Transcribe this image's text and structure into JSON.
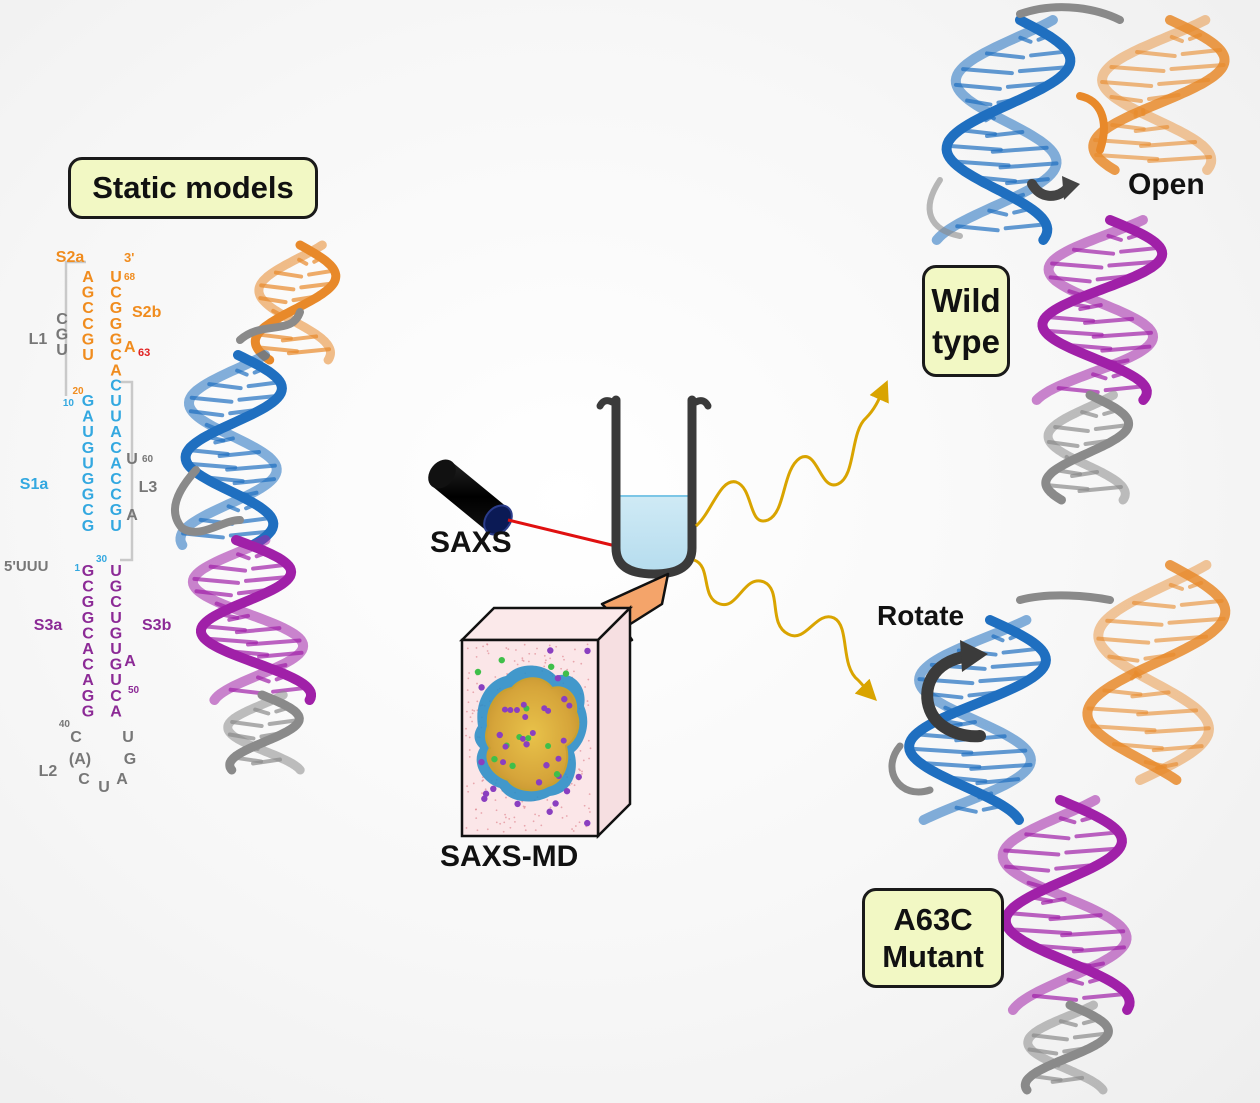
{
  "labels": {
    "static_models": "Static models",
    "saxs": "SAXS",
    "saxs_md": "SAXS-MD",
    "open": "Open",
    "rotate": "Rotate",
    "wild_type_line1": "Wild",
    "wild_type_line2": "type",
    "mutant_line1": "A63C",
    "mutant_line2": "Mutant"
  },
  "colors": {
    "s1": "#33a8e0",
    "s2": "#f08c1e",
    "s3": "#8c2a96",
    "loop": "#777777",
    "mutation": "#e02020",
    "label_fill": "#f2f8c4",
    "beam": "#e01010",
    "wave": "#d9a400"
  },
  "secondary_structure": {
    "stem_labels": {
      "s2a": "S2a",
      "s2b": "S2b",
      "s1a": "S1a",
      "s3a": "S3a",
      "s3b": "S3b",
      "l1": "L1",
      "l2": "L2",
      "l3": "L3",
      "five_prime": "5'UUU",
      "three_prime": "3'"
    },
    "numbers": {
      "n1": "1",
      "n10": "10",
      "n20": "20",
      "n30": "30",
      "n40": "40",
      "n50": "50",
      "n60": "60",
      "n68": "68",
      "a63": "A",
      "a63_num": "63"
    },
    "s2_left": [
      "A",
      "G",
      "C",
      "C",
      "G",
      "U"
    ],
    "s2_right": [
      "U",
      "C",
      "G",
      "G",
      "G",
      "C",
      "A"
    ],
    "l1_loop": [
      "C",
      "G",
      "U"
    ],
    "s1_left": [
      "G",
      "A",
      "U",
      "G",
      "U",
      "G",
      "G",
      "C",
      "G"
    ],
    "s1_right": [
      "C",
      "U",
      "U",
      "A",
      "C",
      "A",
      "C",
      "C",
      "G",
      "U"
    ],
    "l3_loop": [
      "U",
      "A"
    ],
    "s3_left": [
      "G",
      "C",
      "G",
      "G",
      "C",
      "A",
      "C",
      "A",
      "G",
      "G"
    ],
    "s3_right": [
      "U",
      "G",
      "C",
      "U",
      "G",
      "U",
      "G",
      "U",
      "C",
      "A"
    ],
    "s3_bulge": "A",
    "l2_loop": [
      "C",
      "(A)",
      "C",
      "U",
      "A",
      "G",
      "U"
    ]
  }
}
